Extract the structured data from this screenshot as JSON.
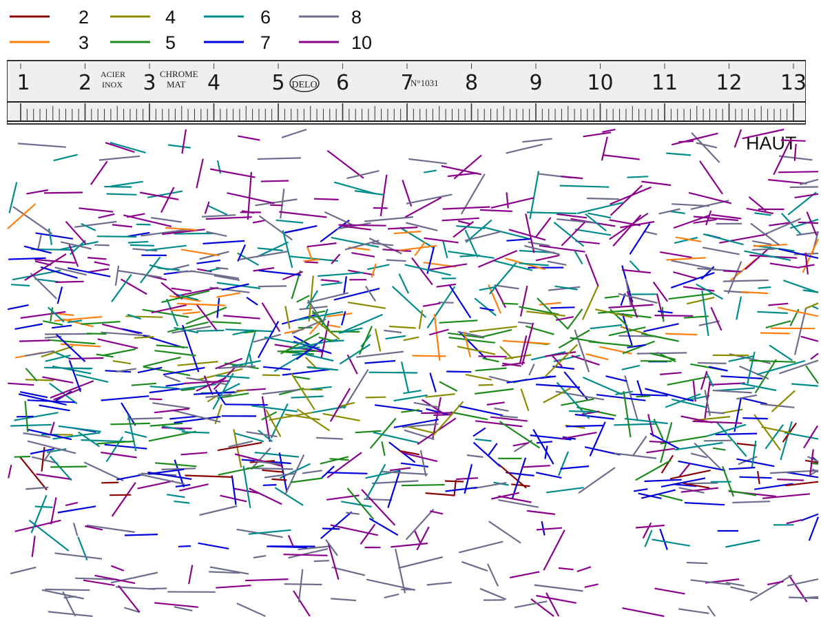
{
  "legend": {
    "items": [
      {
        "label": "2",
        "color": "#8b0000"
      },
      {
        "label": "3",
        "color": "#ff7f0e"
      },
      {
        "label": "4",
        "color": "#8b8b00"
      },
      {
        "label": "5",
        "color": "#1a8a1a"
      },
      {
        "label": "6",
        "color": "#008b8b"
      },
      {
        "label": "7",
        "color": "#0000dd"
      },
      {
        "label": "8",
        "color": "#6c6c8c"
      },
      {
        "label": "10",
        "color": "#8b008b"
      }
    ]
  },
  "ruler": {
    "numbers": [
      "1",
      "2",
      "3",
      "4",
      "5",
      "6",
      "7",
      "8",
      "9",
      "10",
      "11",
      "12",
      "13"
    ],
    "brand_top": "ACIER",
    "brand_bottom": "INOX",
    "chrome_top": "CHROME",
    "chrome_bottom": "MAT",
    "maker": "DELO",
    "serial": "N°1031"
  },
  "orientation_label": "HAUT"
}
